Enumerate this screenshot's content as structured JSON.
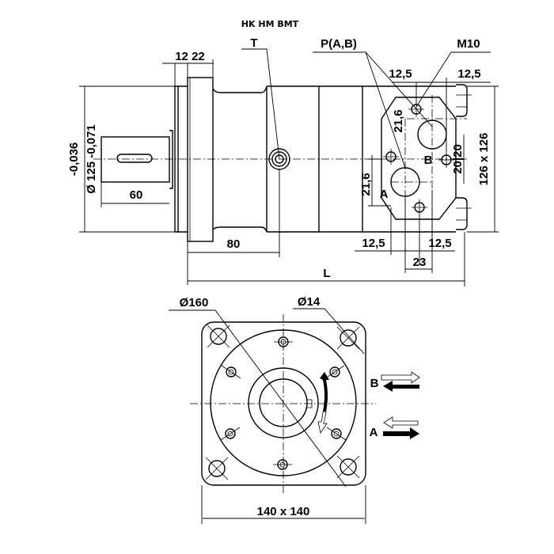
{
  "title": "HK HM BMT",
  "side_view": {
    "port_t_label": "T",
    "port_p_label": "P(A,B)",
    "thread_label": "M10",
    "flange_dims": "12 22",
    "shaft_tol_upper": "-0,036",
    "shaft_diameter": "Ø 125 -0,071",
    "shaft_length": "60",
    "t_port_distance": "80",
    "overall_length": "L",
    "dim_12_5_top_left": "12,5",
    "dim_12_5_top_right": "12,5",
    "dim_21_6_upper": "21,6",
    "dim_21_6_lower": "21,6",
    "dim_20_20": "20|20",
    "dim_12_5_bottom_left": "12,5",
    "dim_12_5_bottom_right": "12,5",
    "dim_23": "23",
    "port_b_label": "B",
    "port_a_label": "A",
    "plate_size": "126 x 126"
  },
  "front_view": {
    "pitch_diameter": "Ø160",
    "hole_diameter": "Ø14",
    "flange_size": "140 x 140",
    "flow_b_label": "B",
    "flow_a_label": "A"
  }
}
